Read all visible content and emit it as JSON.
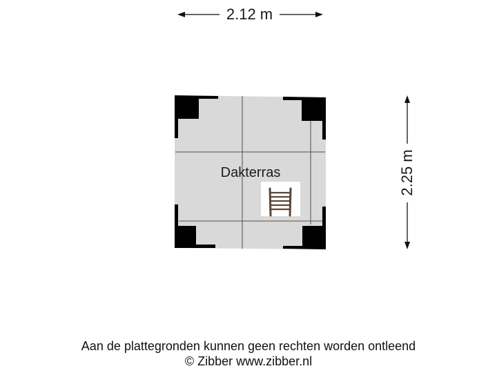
{
  "dimensions": {
    "width_label": "2.12 m",
    "height_label": "2.25 m"
  },
  "room": {
    "name": "Dakterras",
    "floor_color": "#d9d9d9",
    "wall_color": "#000000",
    "grid_line_color": "#555555"
  },
  "icons": {
    "ladder": "ladder-icon",
    "ladder_color": "#5a4636"
  },
  "footer": {
    "disclaimer": "Aan de plattegronden kunnen geen rechten worden ontleend",
    "copyright": "© Zibber www.zibber.nl"
  }
}
